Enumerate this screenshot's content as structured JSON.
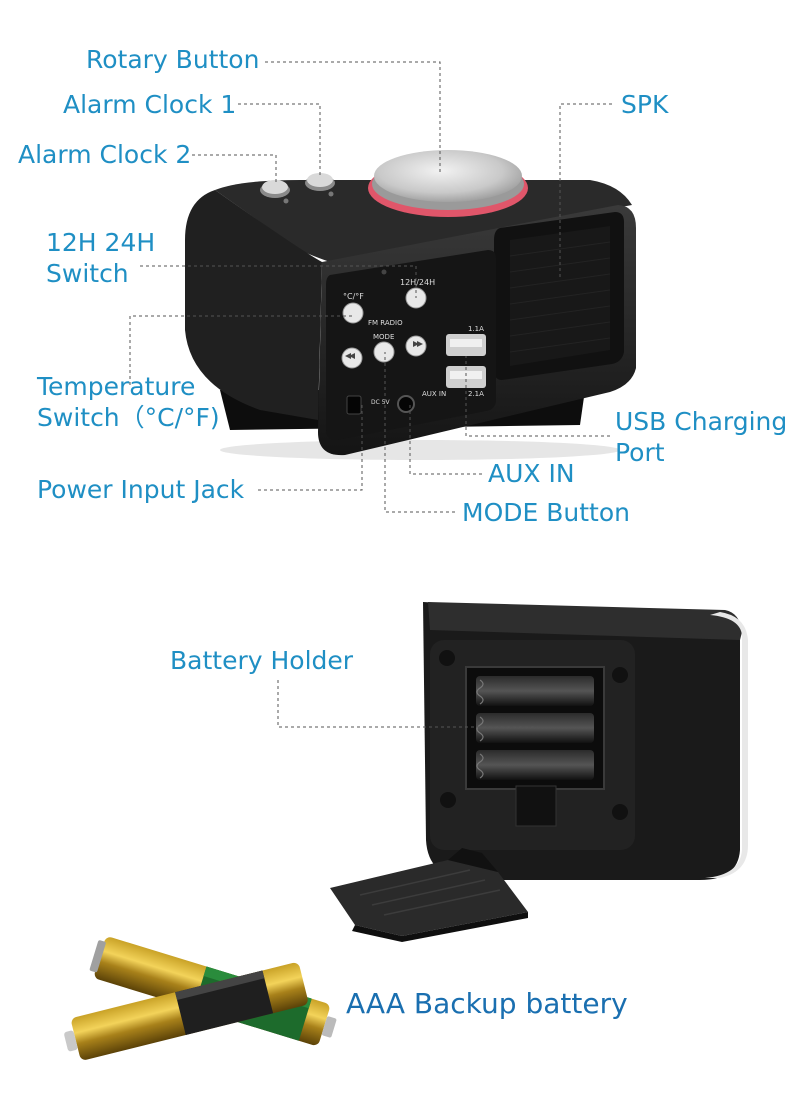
{
  "labels": {
    "rotary_button": "Rotary Button",
    "alarm_clock_1": "Alarm Clock 1",
    "alarm_clock_2": "Alarm Clock 2",
    "spk": "SPK",
    "switch_12h_24h": "12H 24H\nSwitch",
    "temperature_switch": "Temperature\nSwitch（°C/°F)",
    "usb_charging_port": "USB Charging\nPort",
    "aux_in": "AUX IN",
    "power_input_jack": "Power Input Jack",
    "mode_button": "MODE Button",
    "battery_holder": "Battery Holder",
    "aaa_backup_battery": "AAA Backup battery"
  },
  "device_panel": {
    "cf_label": "°C/°F",
    "h12_24_label": "12H/24H",
    "fm_radio_label": "FM RADIO",
    "mode_label": "MODE",
    "usb_top_label": "1.1A",
    "usb_bottom_label": "2.1A",
    "dc_label": "DC 5V",
    "aux_label": "AUX IN"
  },
  "colors": {
    "label_blue": "#1f8fc4",
    "battery_label_blue": "#1a6fb0",
    "leader_line": "#555555",
    "device_body": "#1b1b1b",
    "knob_ring": "#e0566a"
  }
}
